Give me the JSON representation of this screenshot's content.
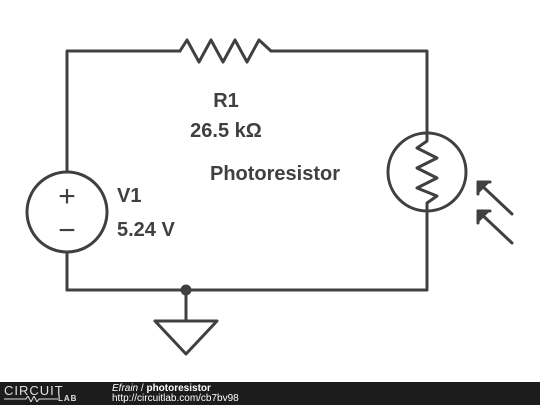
{
  "circuit": {
    "resistor": {
      "name": "R1",
      "value": "26.5 kΩ"
    },
    "source": {
      "name": "V1",
      "value": "5.24 V",
      "plus": "+",
      "minus": "−"
    },
    "photoresistor": {
      "name": "Photoresistor"
    }
  },
  "footer": {
    "logo_top": "CIRCUIT",
    "logo_bottom": "LAB",
    "author": "Efrain",
    "separator": " / ",
    "title": "photoresistor",
    "url": "http://circuitlab.com/cb7bv98"
  }
}
